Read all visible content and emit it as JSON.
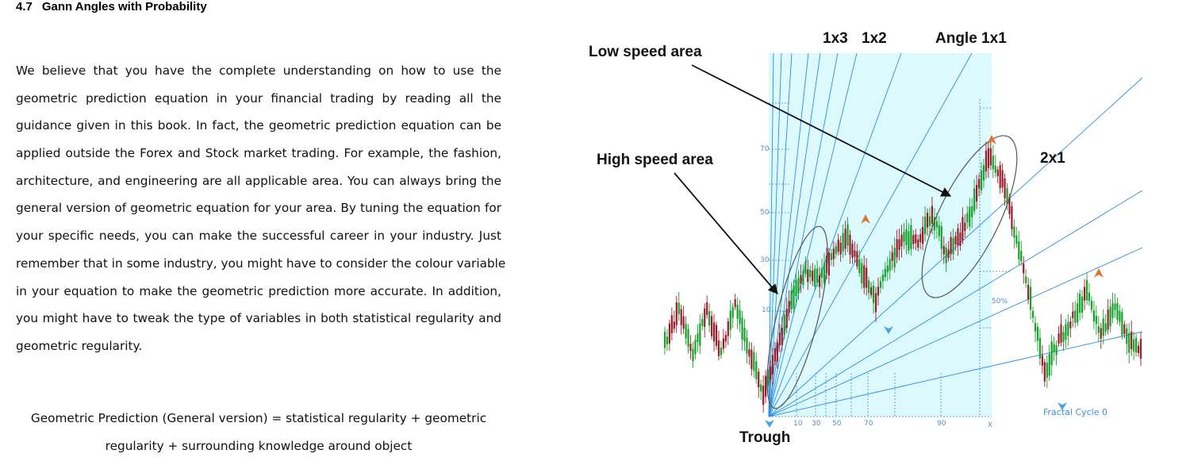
{
  "heading": {
    "number": "4.7",
    "title": "Gann Angles with Probability"
  },
  "paragraph_lines": [
    "We believe that you have the complete understanding on how to use the",
    "geometric prediction equation in your financial trading by reading all the",
    "guidance given in this book. In fact, the geometric prediction equation can be",
    "applied outside the Forex and Stock market trading. For example, the fashion,",
    "architecture, and engineering are all applicable area. You can always bring the",
    "general version of geometric equation for your area. By tuning the equation for",
    "your specific needs, you can make the successful career in your industry. Just",
    "remember that in some industry, you might have to consider the colour variable",
    "in your equation to make the geometric prediction more accurate. In addition,",
    "you might have to tweak the type of variables in both statistical regularity and",
    "geometric regularity."
  ],
  "formula": {
    "line1": "Geometric Prediction (General version) = statistical regularity + geometric",
    "line2": "regularity + surrounding knowledge around object"
  },
  "chart": {
    "labels": {
      "low_speed": "Low speed area",
      "high_speed": "High speed area",
      "trough": "Trough",
      "angle_1x3": "1x3",
      "angle_1x2": "1x2",
      "angle_1x1": "Angle 1x1",
      "angle_2x1": "2x1",
      "fractal_cycle": "Fractal Cycle 0"
    },
    "y_ticks": [
      "70",
      "50",
      "30",
      "10"
    ],
    "x_ticks": [
      "10",
      "30",
      "50",
      "70",
      "90",
      "X"
    ],
    "level_label": "50%",
    "colors": {
      "zone": "#dcfafd",
      "fan_line": "#2c8ce0",
      "bull": "#15a12a",
      "bear": "#9b1d2a",
      "marker": "#e0702a",
      "trough_marker": "#4aa3e0",
      "dotted": "#5aa3e0"
    }
  },
  "chart_data": {
    "type": "candlestick",
    "annotations": [
      "Low speed area",
      "High speed area",
      "Trough",
      "1x3",
      "1x2",
      "Angle 1x1",
      "2x1",
      "Fractal Cycle 0",
      "50%"
    ],
    "y_tick_labels": [
      "70",
      "50",
      "30",
      "10"
    ],
    "x_tick_labels": [
      "10",
      "30",
      "50",
      "70",
      "90",
      "X"
    ],
    "gann_fan": {
      "origin": "Trough",
      "angles": [
        "1x3",
        "1x2",
        "1x1",
        "2x1"
      ]
    },
    "approx_path": [
      {
        "bar": 0,
        "price": 432
      },
      {
        "bar": 6,
        "price": 392
      },
      {
        "bar": 12,
        "price": 448
      },
      {
        "bar": 18,
        "price": 388
      },
      {
        "bar": 24,
        "price": 445
      },
      {
        "bar": 30,
        "price": 385
      },
      {
        "bar": 36,
        "price": 440
      },
      {
        "bar": 42,
        "price": 500
      },
      {
        "bar": 48,
        "price": 440
      },
      {
        "bar": 54,
        "price": 380
      },
      {
        "bar": 60,
        "price": 340
      },
      {
        "bar": 66,
        "price": 355
      },
      {
        "bar": 72,
        "price": 320
      },
      {
        "bar": 78,
        "price": 300
      },
      {
        "bar": 84,
        "price": 340
      },
      {
        "bar": 90,
        "price": 380
      },
      {
        "bar": 96,
        "price": 330
      },
      {
        "bar": 102,
        "price": 300
      },
      {
        "bar": 108,
        "price": 305
      },
      {
        "bar": 114,
        "price": 270
      },
      {
        "bar": 120,
        "price": 320
      },
      {
        "bar": 126,
        "price": 300
      },
      {
        "bar": 132,
        "price": 255
      },
      {
        "bar": 138,
        "price": 195
      },
      {
        "bar": 144,
        "price": 225
      },
      {
        "bar": 150,
        "price": 300
      },
      {
        "bar": 156,
        "price": 380
      },
      {
        "bar": 162,
        "price": 470
      },
      {
        "bar": 168,
        "price": 430
      },
      {
        "bar": 174,
        "price": 400
      },
      {
        "bar": 180,
        "price": 370
      },
      {
        "bar": 186,
        "price": 420
      },
      {
        "bar": 192,
        "price": 390
      },
      {
        "bar": 198,
        "price": 430
      },
      {
        "bar": 203,
        "price": 438
      }
    ]
  }
}
